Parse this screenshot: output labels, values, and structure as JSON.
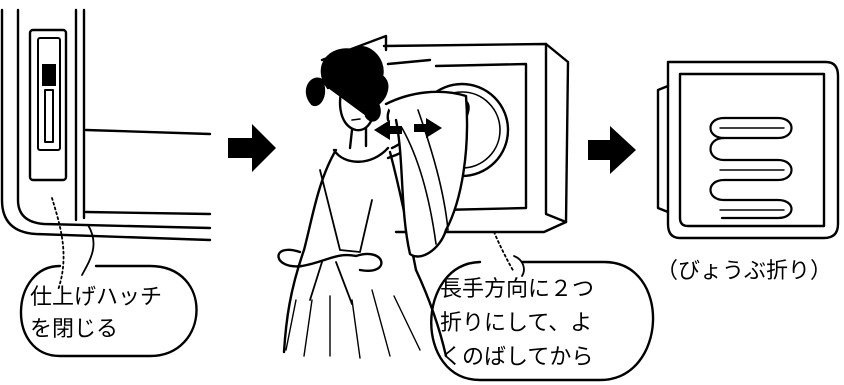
{
  "steps": {
    "step1": {
      "callout_lines": [
        "仕上げハッチ",
        "を閉じる"
      ]
    },
    "step2": {
      "callout_lines": [
        "長手方向に２つ",
        "折りにして、よ",
        "くのばしてから"
      ]
    },
    "step3": {
      "caption": "（びょうぶ折り）"
    }
  },
  "icons": {
    "arrow1": "right-arrow-icon",
    "arrow2": "right-arrow-icon",
    "stretch": "double-arrow-icon"
  },
  "colors": {
    "ink": "#000000",
    "background": "#ffffff"
  }
}
